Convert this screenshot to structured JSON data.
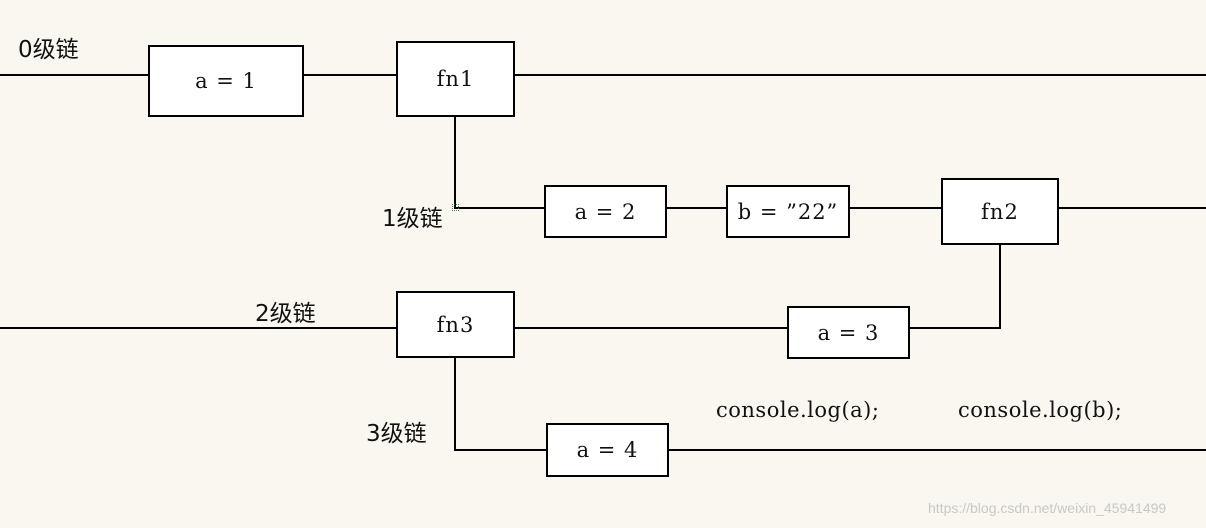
{
  "levels": {
    "level0": "0级链",
    "level1": "1级链",
    "level2": "2级链",
    "level3": "3级链"
  },
  "nodes": {
    "a1": "a = 1",
    "fn1": "fn1",
    "a2": "a = 2",
    "b22": "b = ”22”",
    "fn2": "fn2",
    "fn3": "fn3",
    "a3": "a = 3",
    "a4": "a = 4"
  },
  "code": {
    "log_a": "console.log(a);",
    "log_b": "console.log(b);"
  },
  "watermark": "https://blog.csdn.net/weixin_45941499",
  "colors": {
    "background": "#faf7f0",
    "line": "#000000",
    "box_fill": "#ffffff",
    "marker": "#2a9a2a",
    "watermark": "#c8c8c8"
  }
}
